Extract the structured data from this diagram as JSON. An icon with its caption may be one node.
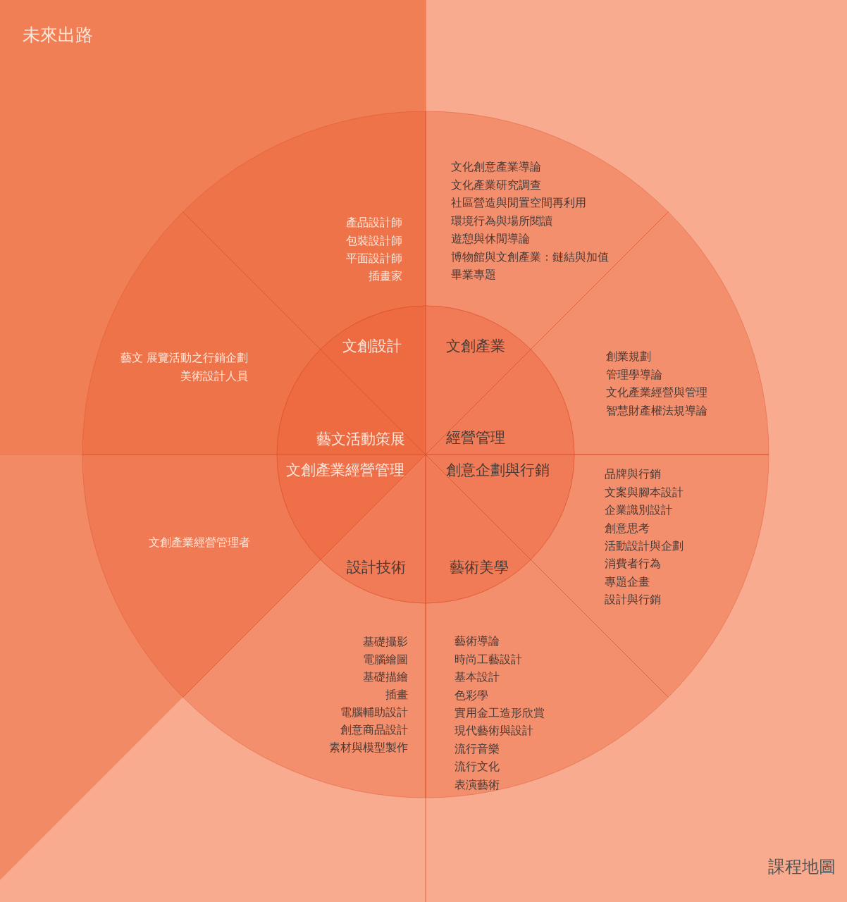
{
  "diagram": {
    "nodes": [
      {
        "text": [
          "未來出路"
        ]
      },
      {
        "text": [],
        "shape": "circle"
      },
      {
        "text": [
          "文化創意產業導論",
          "文化產業研究調查",
          "社區營造與閒置空間再利用",
          "環境行為與場所閱讀",
          "遊憩與休閒導論",
          "博物館與文創產業：鏈結與加值",
          "畢業專題"
        ],
        "in": 1
      },
      {
        "text": [
          "產品設計師",
          "包裝設計師",
          "平面設計師",
          "插畫家"
        ]
      },
      {
        "text": [
          "藝文 展覽活動之行銷企劃",
          "美術設計人員"
        ]
      },
      {
        "text": [
          "創業規劃",
          "管理學導論",
          "文化產業經營與管理",
          "智慧財產權法規導論"
        ],
        "in": 1
      },
      {
        "text": [
          "品牌與行銷",
          "文案與腳本設計",
          "企業識別設計",
          "創意思考",
          "活動設計與企劃",
          "消費者行為",
          "專題企畫",
          "設計與行銷"
        ],
        "in": 1
      },
      {
        "text": [
          "文創產業經營管理者"
        ],
        "in": 1
      },
      {
        "text": [
          "基礎攝影",
          "電腦繪圖",
          "基礎描繪",
          "插畫",
          "電腦輔助設計",
          "創意商品設計",
          "素材與模型製作"
        ],
        "in": 1
      },
      {
        "text": [
          "藝術導論",
          "時尚工藝設計",
          "基本設計",
          "色彩學",
          "實用金工造形欣賞",
          "現代藝術與設計",
          "流行音樂",
          "流行文化",
          "表演藝術"
        ],
        "in": 1
      },
      {
        "text": [],
        "shape": "circle",
        "in": 1
      },
      {
        "text": [
          "文創設計"
        ]
      },
      {
        "text": [
          "文創產業"
        ],
        "in": 10
      },
      {
        "text": [
          "藝文活動策展"
        ]
      },
      {
        "text": [
          "經營管理"
        ],
        "in": 10
      },
      {
        "text": [
          "文創產業經營管理"
        ],
        "in": 10
      },
      {
        "text": [
          "創意企劃與行銷"
        ],
        "in": 10
      },
      {
        "text": [
          "設計技術"
        ],
        "in": 10
      },
      {
        "text": [
          "藝術美學"
        ],
        "in": 10
      }
    ],
    "labels": [
      "課程地圖"
    ]
  }
}
